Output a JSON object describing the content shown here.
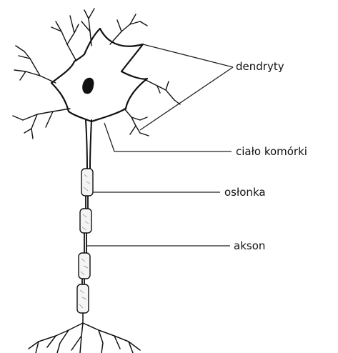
{
  "labels": {
    "dendrites": "dendryty",
    "cell_body": "ciało komórki",
    "sheath": "osłonka",
    "axon": "akson"
  },
  "colors": {
    "ink": "#111111",
    "background": "#ffffff"
  }
}
